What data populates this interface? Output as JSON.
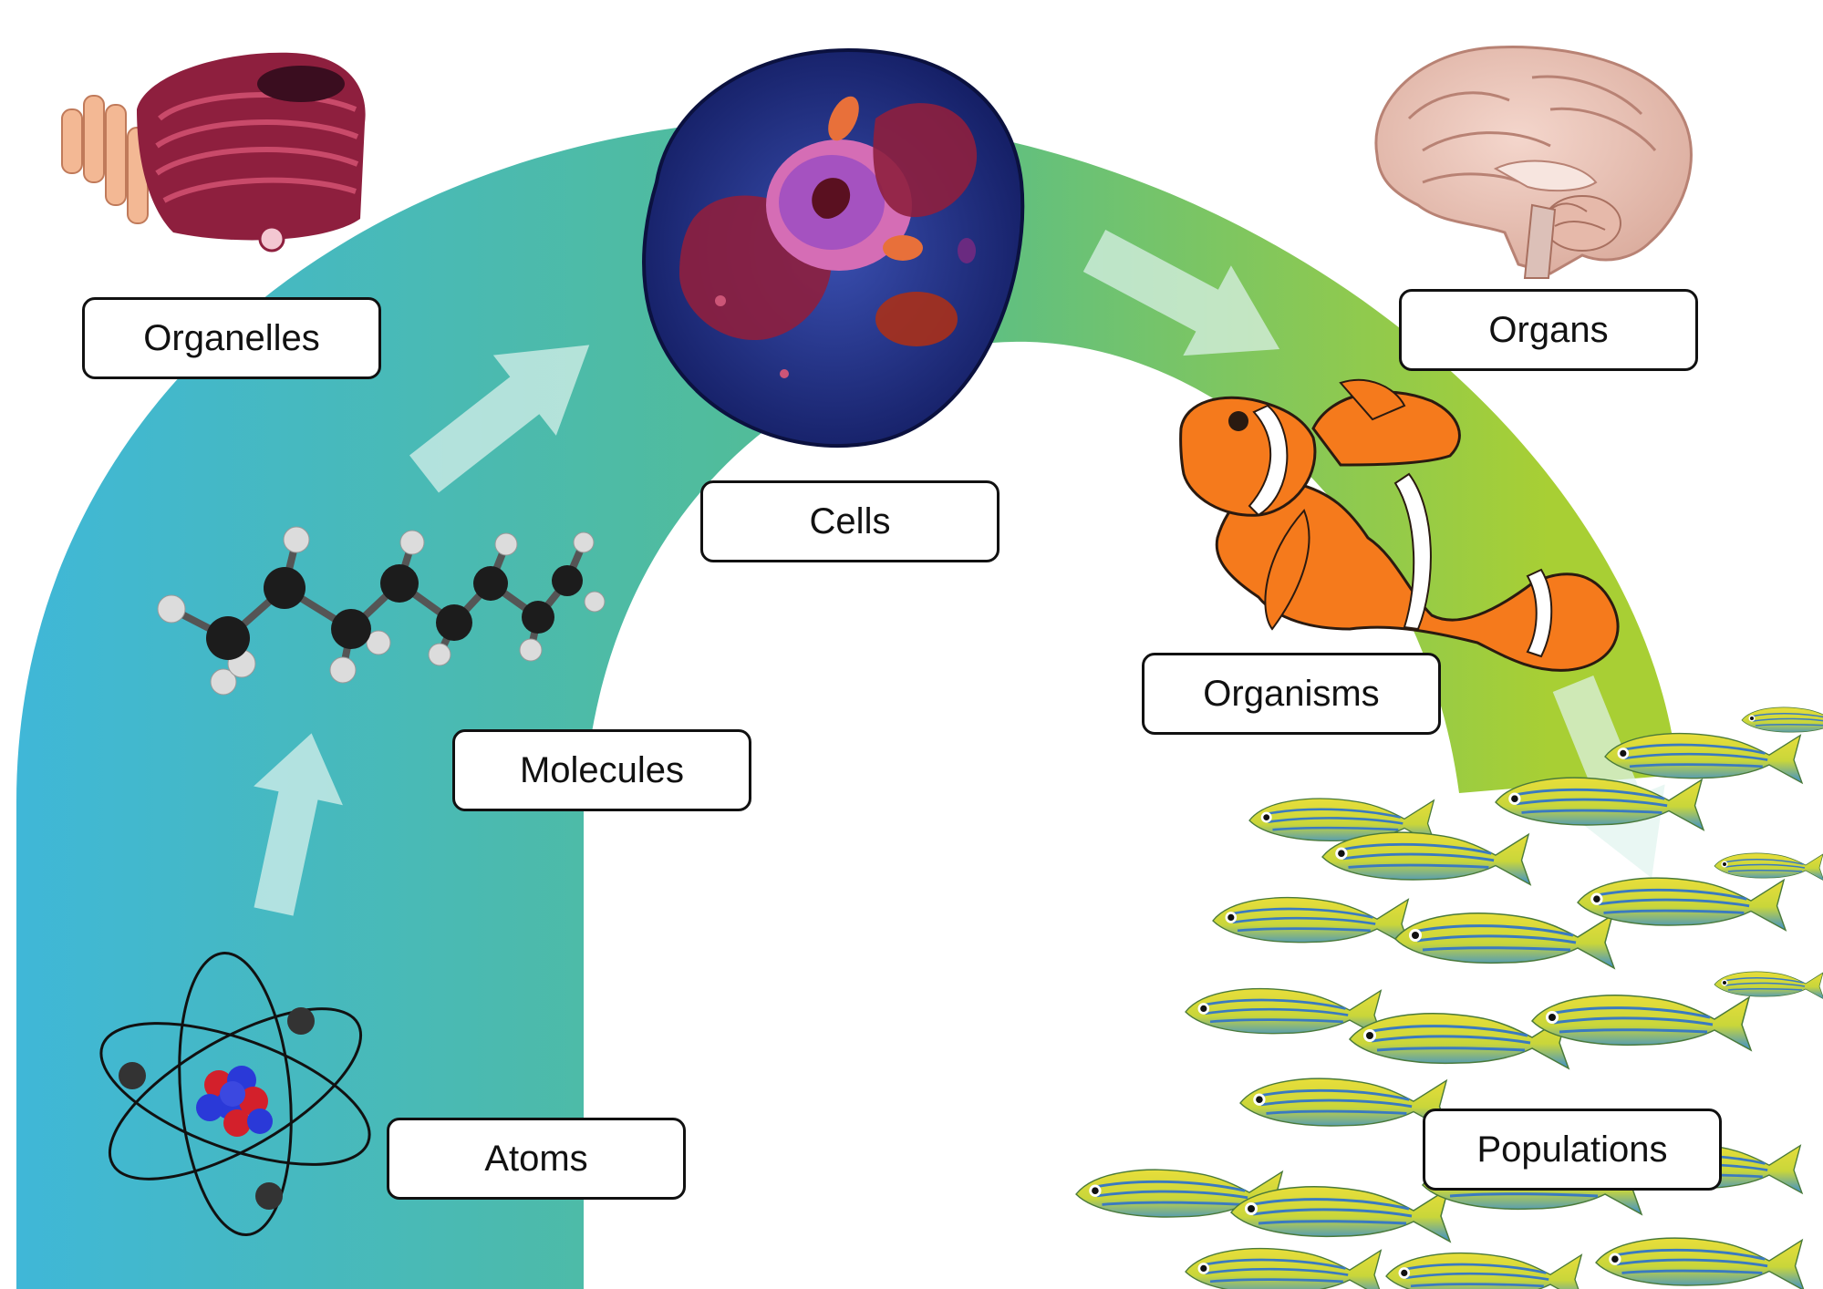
{
  "diagram": {
    "levels": [
      {
        "id": "atoms",
        "label": "Atoms"
      },
      {
        "id": "molecules",
        "label": "Molecules"
      },
      {
        "id": "organelles",
        "label": "Organelles"
      },
      {
        "id": "cells",
        "label": "Cells"
      },
      {
        "id": "organs",
        "label": "Organs"
      },
      {
        "id": "organisms",
        "label": "Organisms"
      },
      {
        "id": "populations",
        "label": "Populations"
      }
    ]
  },
  "colors": {
    "arc_start": "#3fb7d9",
    "arc_mid": "#55bd8c",
    "arc_end": "#b3d12e",
    "arrow": "#dff4ee",
    "box_border": "#111111",
    "clownfish": "#f57a1c",
    "school_fish": "#e3d93a",
    "school_fish_belly": "#3b8fd0"
  },
  "icons": {
    "atoms": "atom-icon",
    "molecules": "molecule-icon",
    "organelles": "golgi-organelle-icon",
    "cells": "animal-cell-icon",
    "organs": "brain-icon",
    "organisms": "clownfish-icon",
    "populations": "fish-school-icon"
  }
}
